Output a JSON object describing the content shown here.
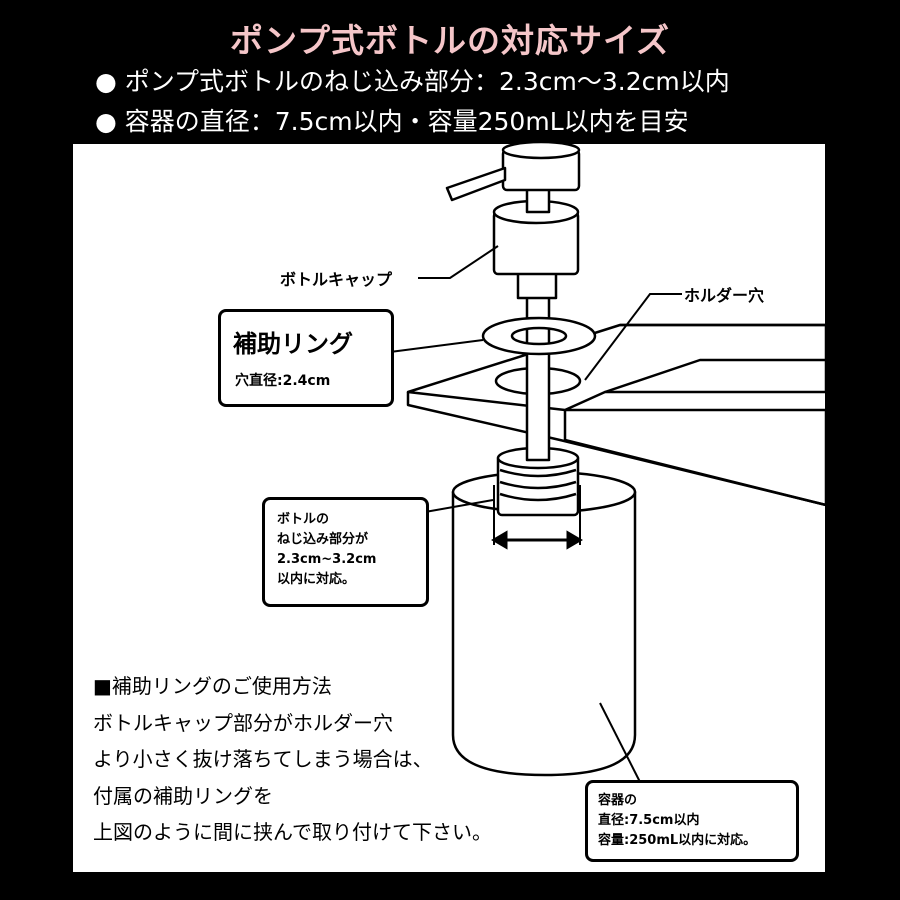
{
  "header": {
    "title": "ポンプ式ボトルの対応サイズ",
    "spec_1": "● ポンプ式ボトルのねじ込み部分：2.3cm〜3.2cm以内",
    "spec_2": "● 容器の直径：7.5cm以内・容量250mL以内を目安"
  },
  "diagram": {
    "cap_label": "ボトルキャップ",
    "holder_hole_label": "ホルダー穴",
    "ring_title": "補助リング",
    "ring_hole": "穴直径:2.4cm",
    "thread_note": [
      "ボトルの",
      "ねじ込み部分が",
      "2.3cm~3.2cm",
      "以内に対応。"
    ],
    "container_note": [
      "容器の",
      "直径:7.5cm以内",
      "容量:250mL以内に対応。"
    ]
  },
  "usage": {
    "heading": "■補助リングのご使用方法",
    "lines": [
      "ボトルキャップ部分がホルダー穴",
      "より小さく抜け落ちてしまう場合は、",
      "付属の補助リングを",
      "上図のように間に挟んで取り付けて下さい。"
    ]
  },
  "colors": {
    "background": "#000000",
    "title": "#f5c6c9",
    "panel": "#ffffff"
  }
}
